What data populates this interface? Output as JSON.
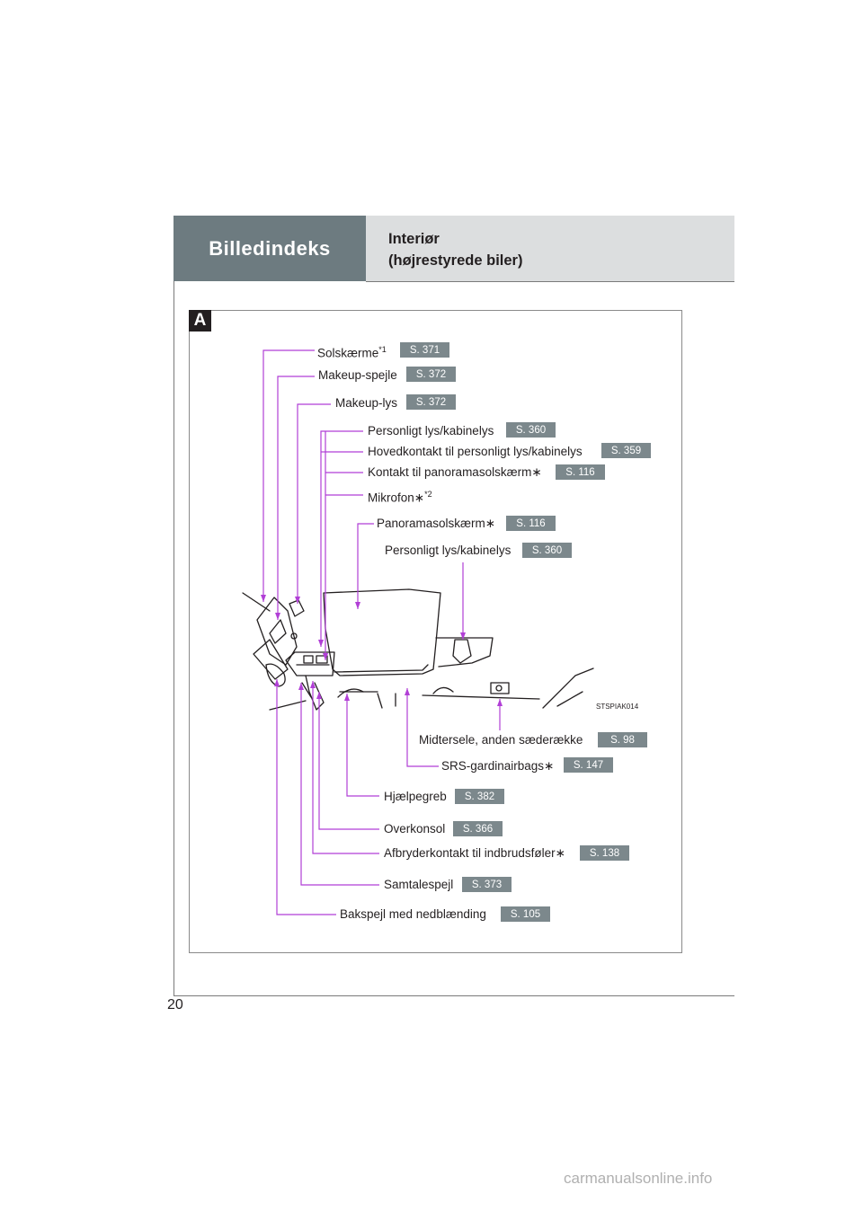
{
  "header": {
    "section": "Billedindeks",
    "title_line1": "Interiør",
    "title_line2": "(højrestyrede biler)"
  },
  "figure": {
    "badge": "A",
    "image_code": "STSPIAK014"
  },
  "callouts": [
    {
      "label": "Solskærme",
      "sup": "*1",
      "page": "S. 371"
    },
    {
      "label": "Makeup-spejle",
      "page": "S. 372"
    },
    {
      "label": "Makeup-lys",
      "page": "S. 372"
    },
    {
      "label": "Personligt lys/kabinelys",
      "page": "S. 360"
    },
    {
      "label": "Hovedkontakt til personligt lys/kabinelys",
      "page": "S. 359"
    },
    {
      "label": "Kontakt til panoramasolskærm∗",
      "page": "S. 116"
    },
    {
      "label": "Mikrofon∗",
      "sup": "*2"
    },
    {
      "label": "Panoramasolskærm∗",
      "page": "S. 116"
    },
    {
      "label": "Personligt lys/kabinelys",
      "page": "S. 360"
    },
    {
      "label": "Midtersele, anden sæderække",
      "page": "S. 98"
    },
    {
      "label": "SRS-gardinairbags∗",
      "page": "S. 147"
    },
    {
      "label": "Hjælpegreb",
      "page": "S. 382"
    },
    {
      "label": "Overkonsol",
      "page": "S. 366"
    },
    {
      "label": "Afbryderkontakt til indbrudsføler∗",
      "page": "S. 138"
    },
    {
      "label": "Samtalespejl",
      "page": "S. 373"
    },
    {
      "label": "Bakspejl med nedblænding",
      "page": "S. 105"
    }
  ],
  "page_number": "20",
  "watermark": "carmanualsonline.info",
  "colors": {
    "leader": "#b13fd6",
    "tag": "#7c888c",
    "header_dark": "#6d7b80",
    "header_light": "#dcdedf"
  }
}
